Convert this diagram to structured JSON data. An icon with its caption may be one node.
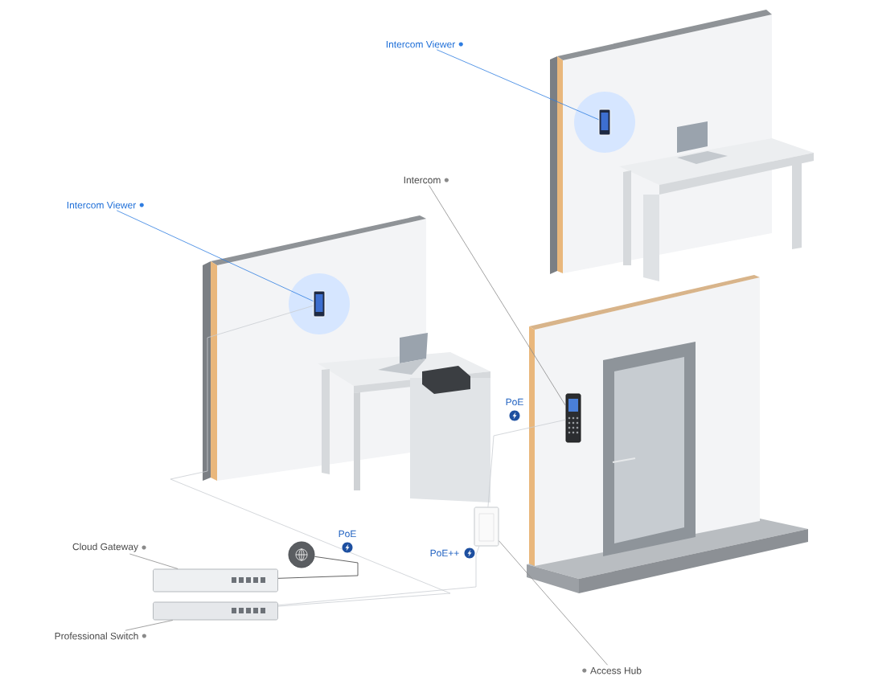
{
  "diagram": {
    "nodes": [
      {
        "text": [
          "Intercom Viewer"
        ]
      },
      {
        "text": [
          "Intercom Viewer"
        ]
      },
      {
        "text": [
          "Intercom"
        ]
      },
      {
        "text": [
          "Cloud Gateway"
        ]
      },
      {
        "text": [
          "Professional Switch"
        ]
      },
      {
        "text": [
          "Access Hub"
        ]
      },
      {
        "text": [],
        "shape": "picture"
      },
      {
        "text": [],
        "shape": "picture"
      },
      {
        "text": [],
        "shape": "picture"
      },
      {
        "text": [],
        "shape": "picture"
      },
      {
        "text": [],
        "shape": "picture"
      },
      {
        "text": [],
        "shape": "picture"
      },
      {
        "text": [],
        "shape": "circle"
      }
    ],
    "edges": [
      {
        "from": 0,
        "to": 6,
        "arrow": "none",
        "color": "#2f7de1"
      },
      {
        "from": 1,
        "to": 7,
        "arrow": "none",
        "color": "#2f7de1"
      },
      {
        "from": 2,
        "to": 8,
        "arrow": "none"
      },
      {
        "from": 3,
        "to": 9,
        "arrow": "none"
      },
      {
        "from": 4,
        "to": 10,
        "arrow": "none"
      },
      {
        "from": 5,
        "to": 11,
        "arrow": "none"
      },
      {
        "from": 12,
        "to": 9,
        "arrow": "none",
        "color": "#3c3c3c"
      },
      {
        "from": 10,
        "to": 7,
        "arrow": "none",
        "label": "PoE",
        "color": "#c9cdd2"
      },
      {
        "from": 10,
        "to": 11,
        "arrow": "none",
        "label": "PoE++",
        "color": "#c9cdd2"
      },
      {
        "from": 11,
        "to": 8,
        "arrow": "none",
        "label": "PoE",
        "color": "#c9cdd2"
      }
    ]
  }
}
